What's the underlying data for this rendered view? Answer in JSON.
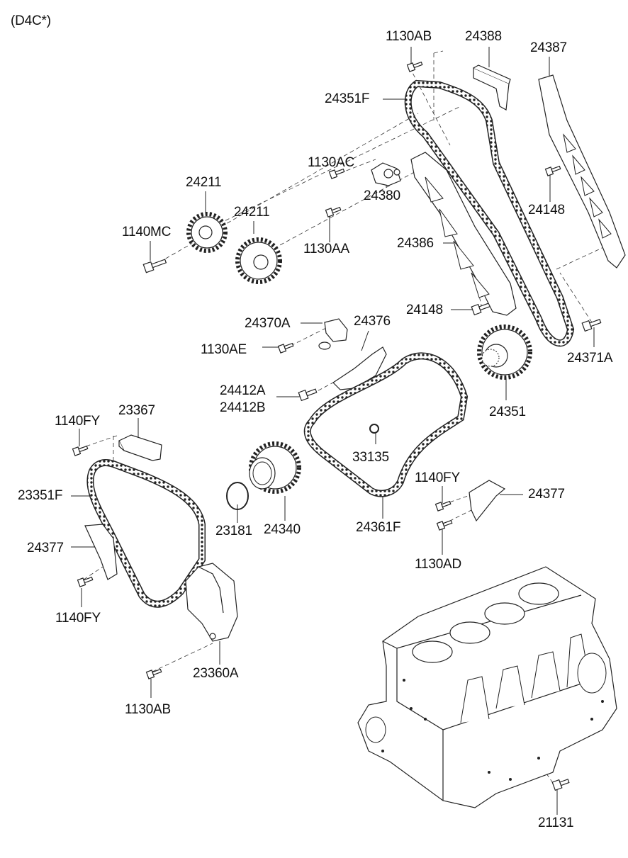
{
  "header": {
    "variant_code": "(D4C*)"
  },
  "parts": {
    "bolt_1130ab_top": "1130AB",
    "guide_24388": "24388",
    "guide_24387": "24387",
    "chain_24351f": "24351F",
    "bolt_1130ac": "1130AC",
    "sprocket_24211_left": "24211",
    "sprocket_24211_right": "24211",
    "tensioner_24380": "24380",
    "bolt_1140mc": "1140MC",
    "bolt_1130aa": "1130AA",
    "guide_24386": "24386",
    "bolt_24148_upper": "24148",
    "bolt_24148_lower": "24148",
    "bolt_24371a": "24371A",
    "tensioner_24370a": "24370A",
    "arm_24376": "24376",
    "bolt_1130ae": "1130AE",
    "bolt_24412a": "24412A",
    "bolt_24412b": "24412B",
    "sprocket_24351": "24351",
    "gasket_33135": "33135",
    "bolt_1140fy_left": "1140FY",
    "guide_23367": "23367",
    "chain_23351f": "23351F",
    "bolt_1140fy_right": "1140FY",
    "guide_24377_right": "24377",
    "oring_23181": "23181",
    "sprocket_24340": "24340",
    "chain_24361f": "24361F",
    "bolt_1130ad": "1130AD",
    "guide_24377_left": "24377",
    "bolt_1140fy_bottom": "1140FY",
    "tensioner_23360a": "23360A",
    "bolt_1130ab_bottom": "1130AB",
    "bolt_21131": "21131"
  }
}
